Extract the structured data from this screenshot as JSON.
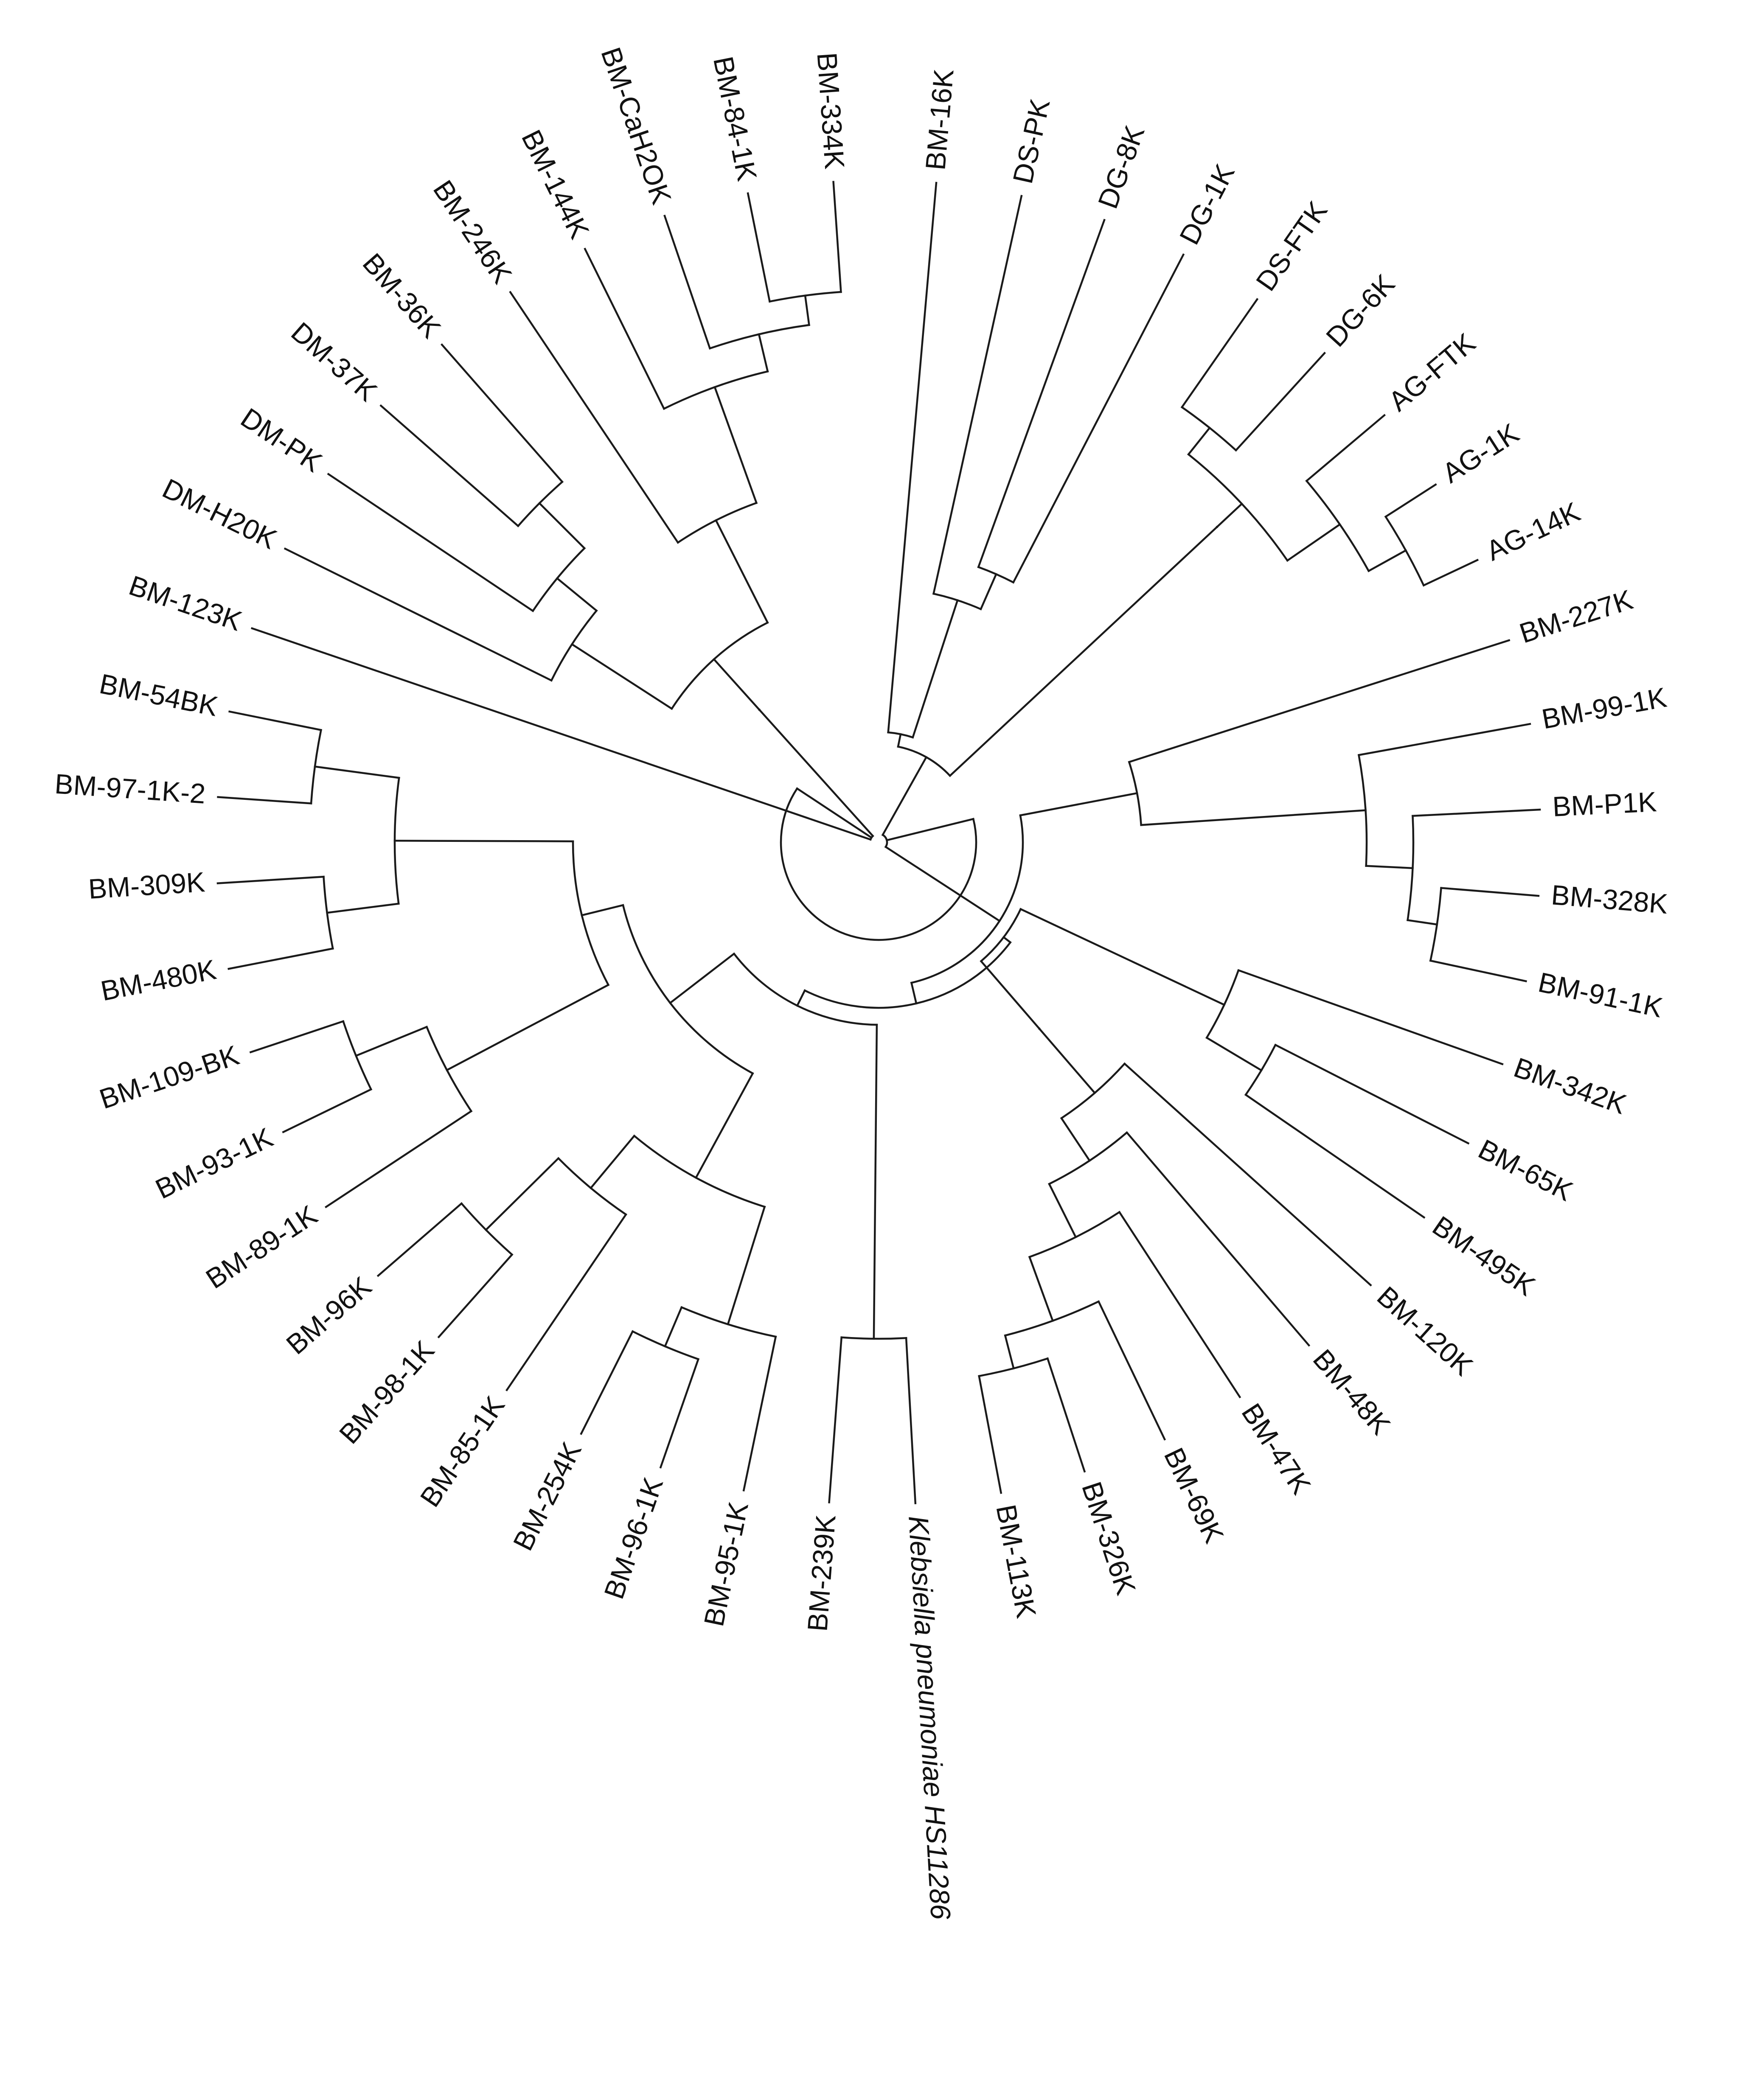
{
  "diagram": {
    "type": "circular-phylogenetic-tree",
    "leaves": [
      "BM-16K",
      "DS-PK",
      "DG-8K",
      "DG-1K",
      "DS-FTK",
      "DG-6K",
      "AG-FTK",
      "AG-1K",
      "AG-14K",
      "BM-227K",
      "BM-99-1K",
      "BM-P1K",
      "BM-328K",
      "BM-91-1K",
      "BM-342K",
      "BM-65K",
      "BM-495K",
      "BM-120K",
      "BM-48K",
      "BM-47K",
      "BM-69K",
      "BM-326K",
      "BM-113K",
      "Klebsiella pneumoniae HS11286",
      "BM-239K",
      "BM-95-1K",
      "BM-96-1K",
      "BM-254K",
      "BM-85-1K",
      "BM-98-1K",
      "BM-96K",
      "BM-89-1K",
      "BM-93-1K",
      "BM-109-BK",
      "BM-480K",
      "BM-309K",
      "BM-97-1K-2",
      "BM-54BK",
      "BM-123K",
      "DM-H20K",
      "DM-PK",
      "DM-37K",
      "BM-36K",
      "BM-246K",
      "BM-144K",
      "BM-CaH2OK",
      "BM-84-1K",
      "BM-334K"
    ]
  }
}
